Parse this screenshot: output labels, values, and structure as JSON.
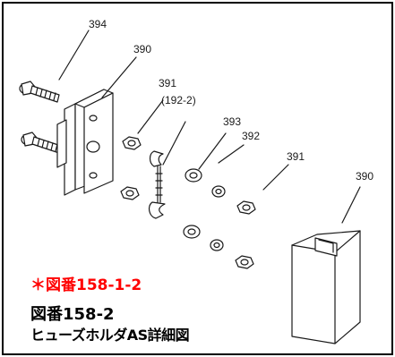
{
  "callouts": {
    "bolt": "394",
    "holder_base": "390",
    "nut_top": "391",
    "fuse_ref": "(192-2)",
    "flat_washer": "393",
    "spring_washer": "392",
    "nut_right": "391",
    "cover": "390"
  },
  "captions": {
    "reference": "＊図番158-1-2",
    "figure_number": "図番158-2",
    "title": "ヒューズホルダAS詳細図"
  },
  "colors": {
    "frame": "#000000",
    "line": "#1a1a1a",
    "reference_text": "#ff0000",
    "caption_text": "#000000"
  }
}
